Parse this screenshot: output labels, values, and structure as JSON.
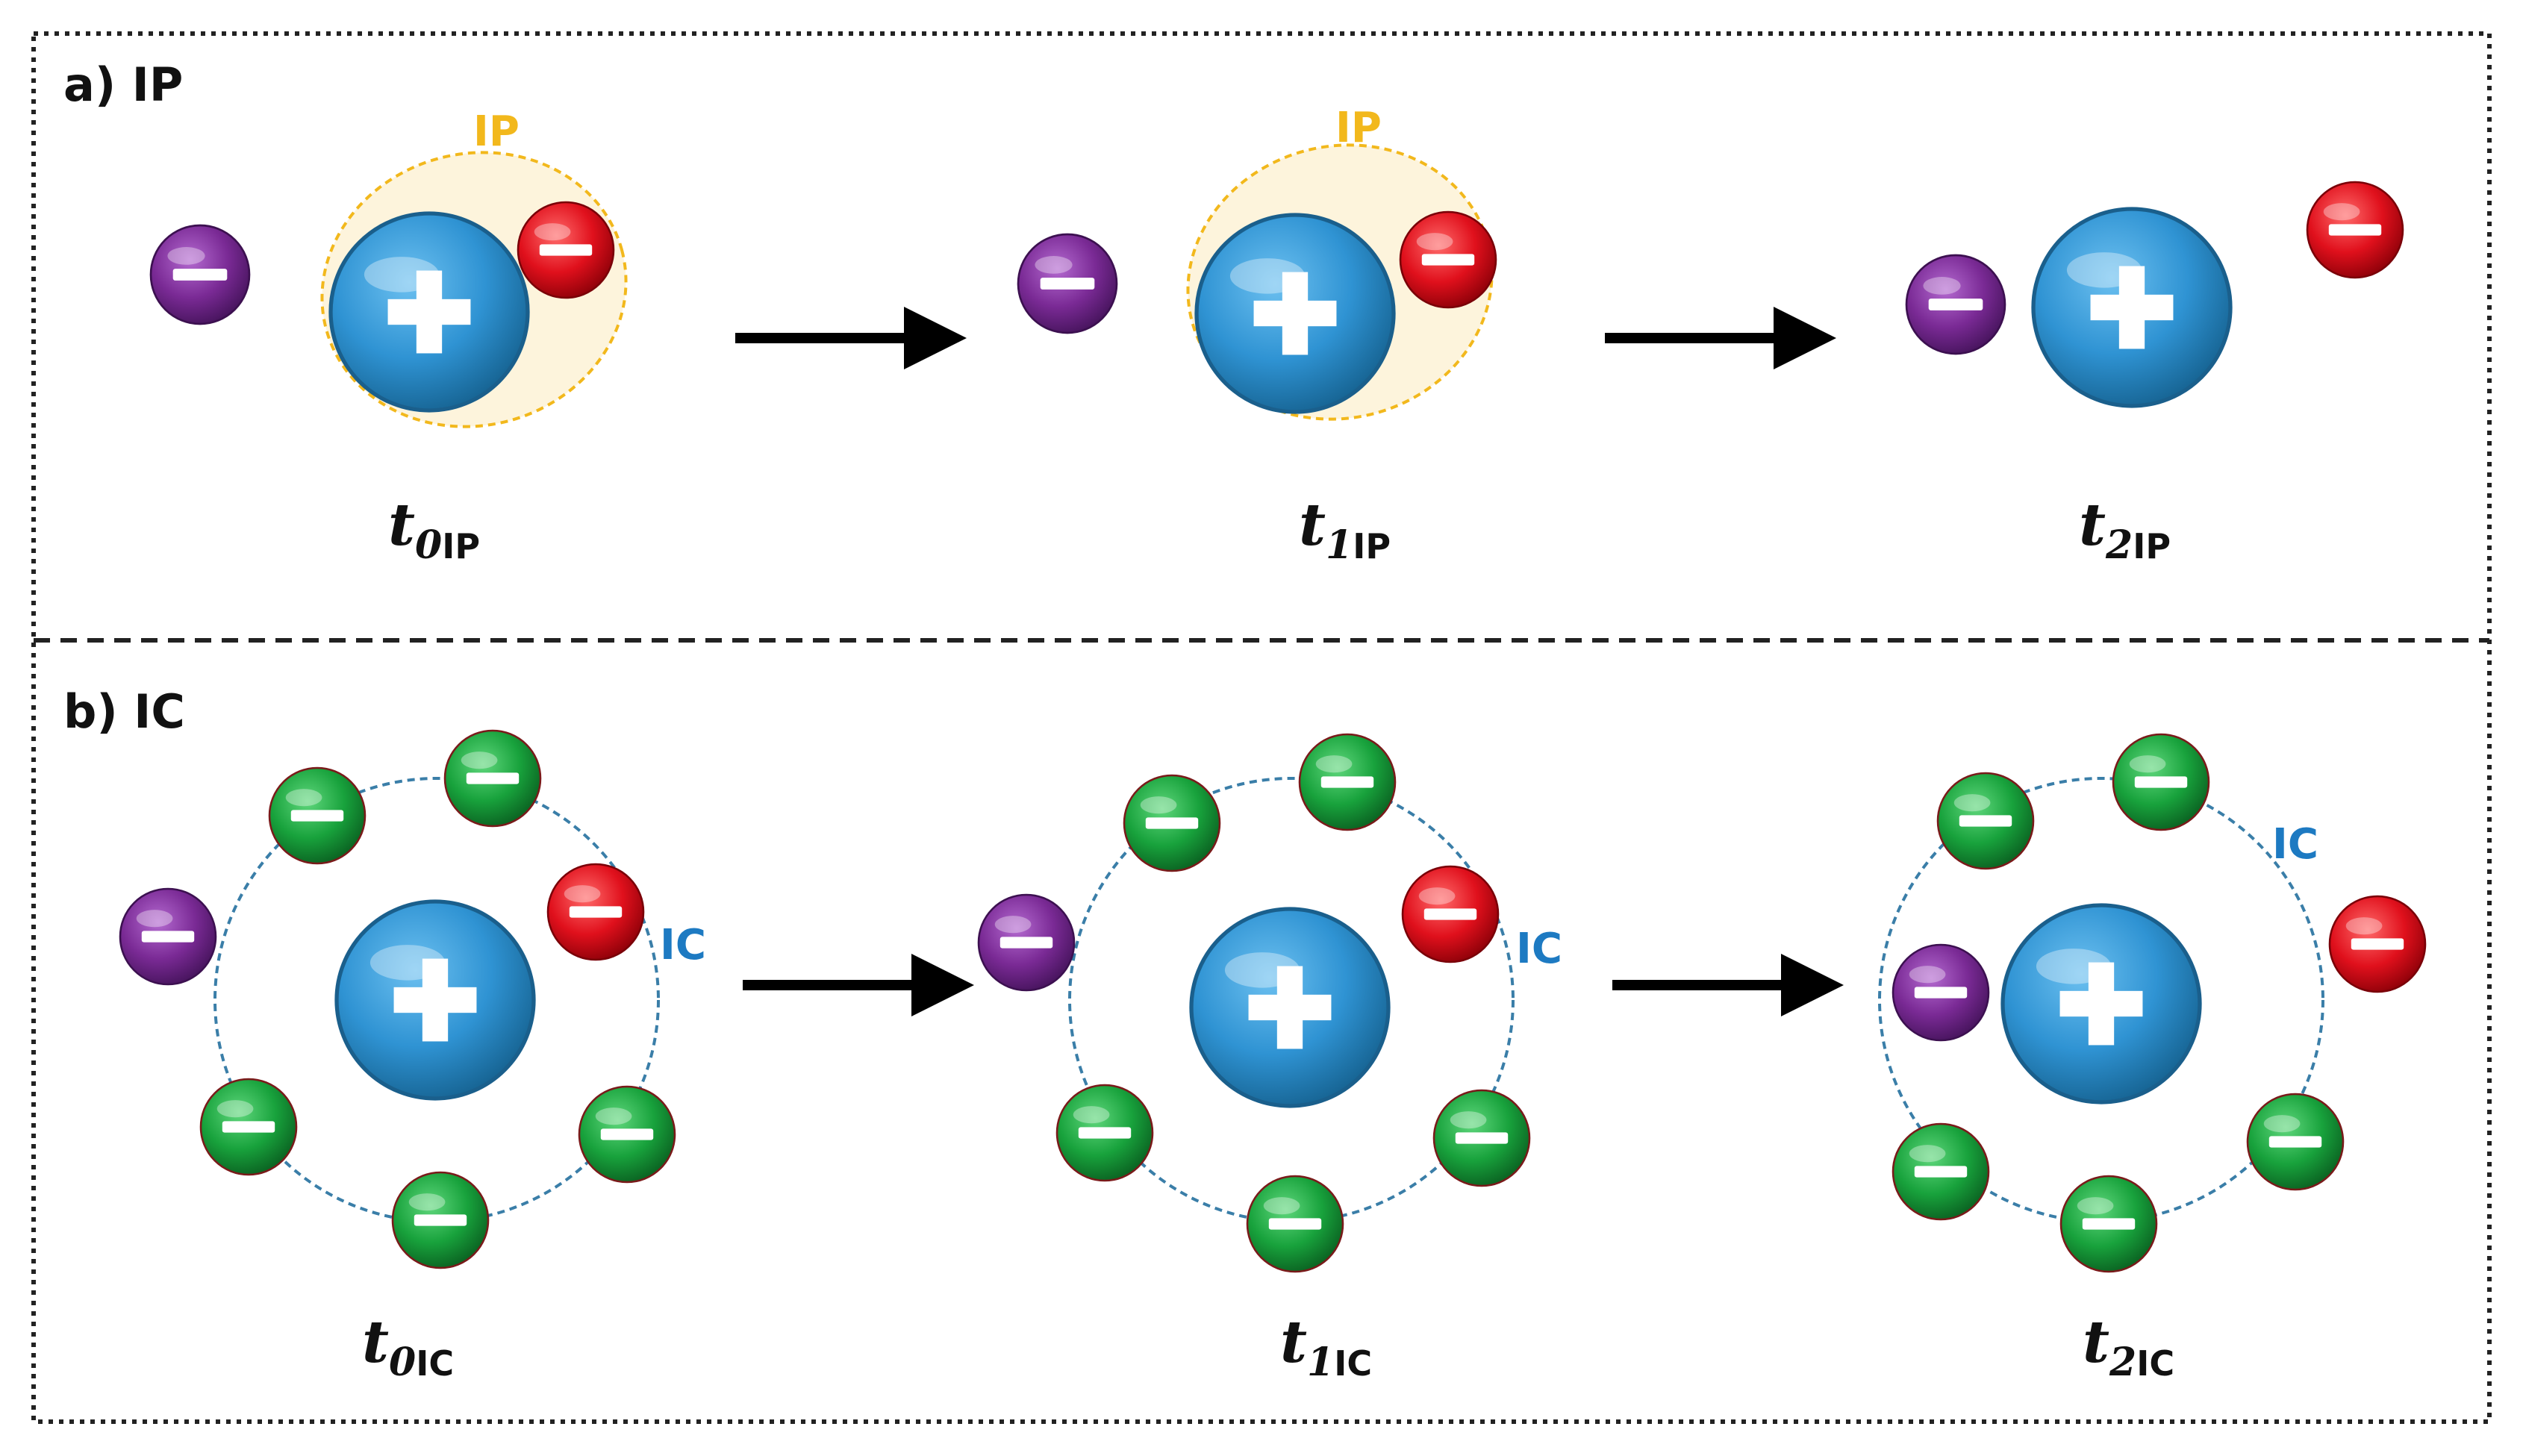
{
  "colors": {
    "cation": "#2f93d3",
    "anion_ip": "#e0101c",
    "counter_anion": "#7a2a95",
    "anion_shell": "#18a23c",
    "ip_label": "#f2b81c",
    "ip_region_fill": "#fdf4dc",
    "ic_label": "#1d7ac2",
    "ic_circle": "#3a7ea8",
    "arrow": "#000000",
    "border": "#222222"
  },
  "panels": {
    "a": {
      "label": "a) IP",
      "region_label": "IP",
      "times": [
        {
          "t": "t",
          "num": "0",
          "sub": "IP"
        },
        {
          "t": "t",
          "num": "1",
          "sub": "IP"
        },
        {
          "t": "t",
          "num": "2",
          "sub": "IP"
        }
      ]
    },
    "b": {
      "label": "b) IC",
      "region_label": "IC",
      "times": [
        {
          "t": "t",
          "num": "0",
          "sub": "IC"
        },
        {
          "t": "t",
          "num": "1",
          "sub": "IC"
        },
        {
          "t": "t",
          "num": "2",
          "sub": "IC"
        }
      ]
    }
  },
  "signs": {
    "positive": "+",
    "negative": "−"
  },
  "icons": {
    "cation": "cation-icon",
    "anion": "anion-icon",
    "arrow": "arrow-right-icon"
  }
}
